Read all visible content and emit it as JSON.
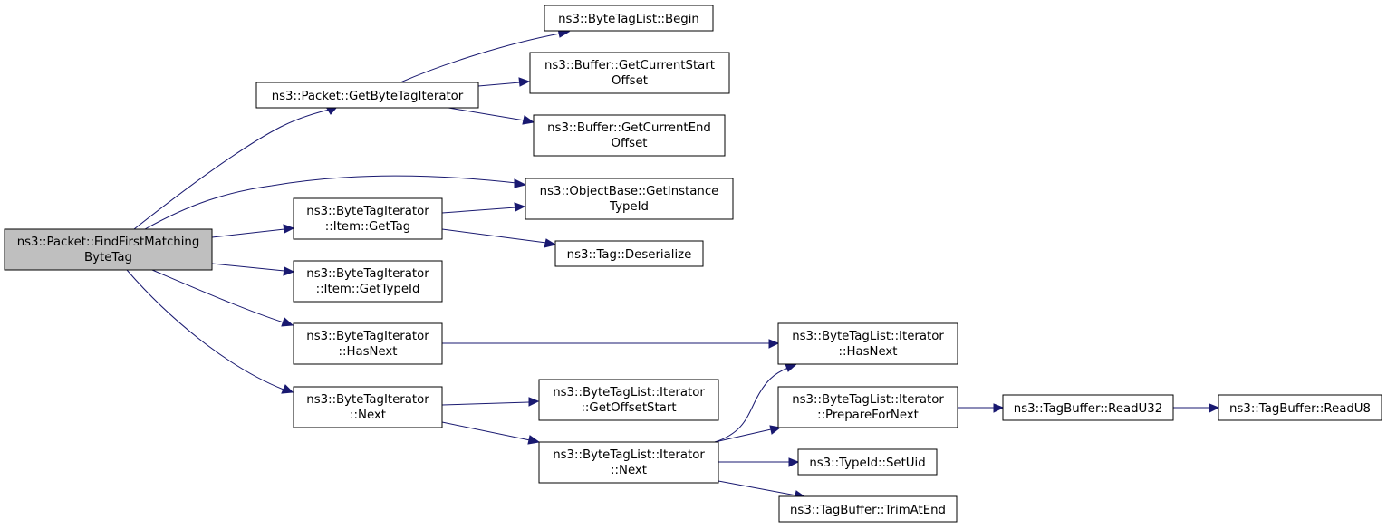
{
  "graph": {
    "colors": {
      "edge": "#191970",
      "root_fill": "#bfbfbf",
      "node_fill": "#ffffff",
      "border": "#000000"
    },
    "nodes": {
      "find_first_matching": {
        "lines": [
          "ns3::Packet::FindFirstMatching",
          "ByteTag"
        ]
      },
      "get_byte_tag_iterator": {
        "lines": [
          "ns3::Packet::GetByteTagIterator"
        ]
      },
      "btl_begin": {
        "lines": [
          "ns3::ByteTagList::Begin"
        ]
      },
      "buf_current_start": {
        "lines": [
          "ns3::Buffer::GetCurrentStart",
          "Offset"
        ]
      },
      "buf_current_end": {
        "lines": [
          "ns3::Buffer::GetCurrentEnd",
          "Offset"
        ]
      },
      "objbase_get_instance": {
        "lines": [
          "ns3::ObjectBase::GetInstance",
          "TypeId"
        ]
      },
      "bti_item_get_tag": {
        "lines": [
          "ns3::ByteTagIterator",
          "::Item::GetTag"
        ]
      },
      "tag_deserialize": {
        "lines": [
          "ns3::Tag::Deserialize"
        ]
      },
      "bti_item_get_typeid": {
        "lines": [
          "ns3::ByteTagIterator",
          "::Item::GetTypeId"
        ]
      },
      "bti_has_next": {
        "lines": [
          "ns3::ByteTagIterator",
          "::HasNext"
        ]
      },
      "btl_it_has_next": {
        "lines": [
          "ns3::ByteTagList::Iterator",
          "::HasNext"
        ]
      },
      "bti_next": {
        "lines": [
          "ns3::ByteTagIterator",
          "::Next"
        ]
      },
      "btl_it_get_offset_start": {
        "lines": [
          "ns3::ByteTagList::Iterator",
          "::GetOffsetStart"
        ]
      },
      "btl_it_next": {
        "lines": [
          "ns3::ByteTagList::Iterator",
          "::Next"
        ]
      },
      "btl_it_prepare": {
        "lines": [
          "ns3::ByteTagList::Iterator",
          "::PrepareForNext"
        ]
      },
      "tb_readu32": {
        "lines": [
          "ns3::TagBuffer::ReadU32"
        ]
      },
      "tb_readu8": {
        "lines": [
          "ns3::TagBuffer::ReadU8"
        ]
      },
      "typeid_setuid": {
        "lines": [
          "ns3::TypeId::SetUid"
        ]
      },
      "tb_trim_at_end": {
        "lines": [
          "ns3::TagBuffer::TrimAtEnd"
        ]
      }
    },
    "edges": [
      {
        "from": "find_first_matching",
        "to": "get_byte_tag_iterator"
      },
      {
        "from": "find_first_matching",
        "to": "objbase_get_instance"
      },
      {
        "from": "find_first_matching",
        "to": "bti_item_get_tag"
      },
      {
        "from": "find_first_matching",
        "to": "bti_item_get_typeid"
      },
      {
        "from": "find_first_matching",
        "to": "bti_has_next"
      },
      {
        "from": "find_first_matching",
        "to": "bti_next"
      },
      {
        "from": "get_byte_tag_iterator",
        "to": "btl_begin"
      },
      {
        "from": "get_byte_tag_iterator",
        "to": "buf_current_start"
      },
      {
        "from": "get_byte_tag_iterator",
        "to": "buf_current_end"
      },
      {
        "from": "bti_item_get_tag",
        "to": "objbase_get_instance"
      },
      {
        "from": "bti_item_get_tag",
        "to": "tag_deserialize"
      },
      {
        "from": "bti_has_next",
        "to": "btl_it_has_next"
      },
      {
        "from": "bti_next",
        "to": "btl_it_get_offset_start"
      },
      {
        "from": "bti_next",
        "to": "btl_it_next"
      },
      {
        "from": "btl_it_next",
        "to": "btl_it_has_next"
      },
      {
        "from": "btl_it_next",
        "to": "btl_it_prepare"
      },
      {
        "from": "btl_it_next",
        "to": "typeid_setuid"
      },
      {
        "from": "btl_it_next",
        "to": "tb_trim_at_end"
      },
      {
        "from": "btl_it_prepare",
        "to": "tb_readu32"
      },
      {
        "from": "tb_readu32",
        "to": "tb_readu8"
      }
    ]
  }
}
